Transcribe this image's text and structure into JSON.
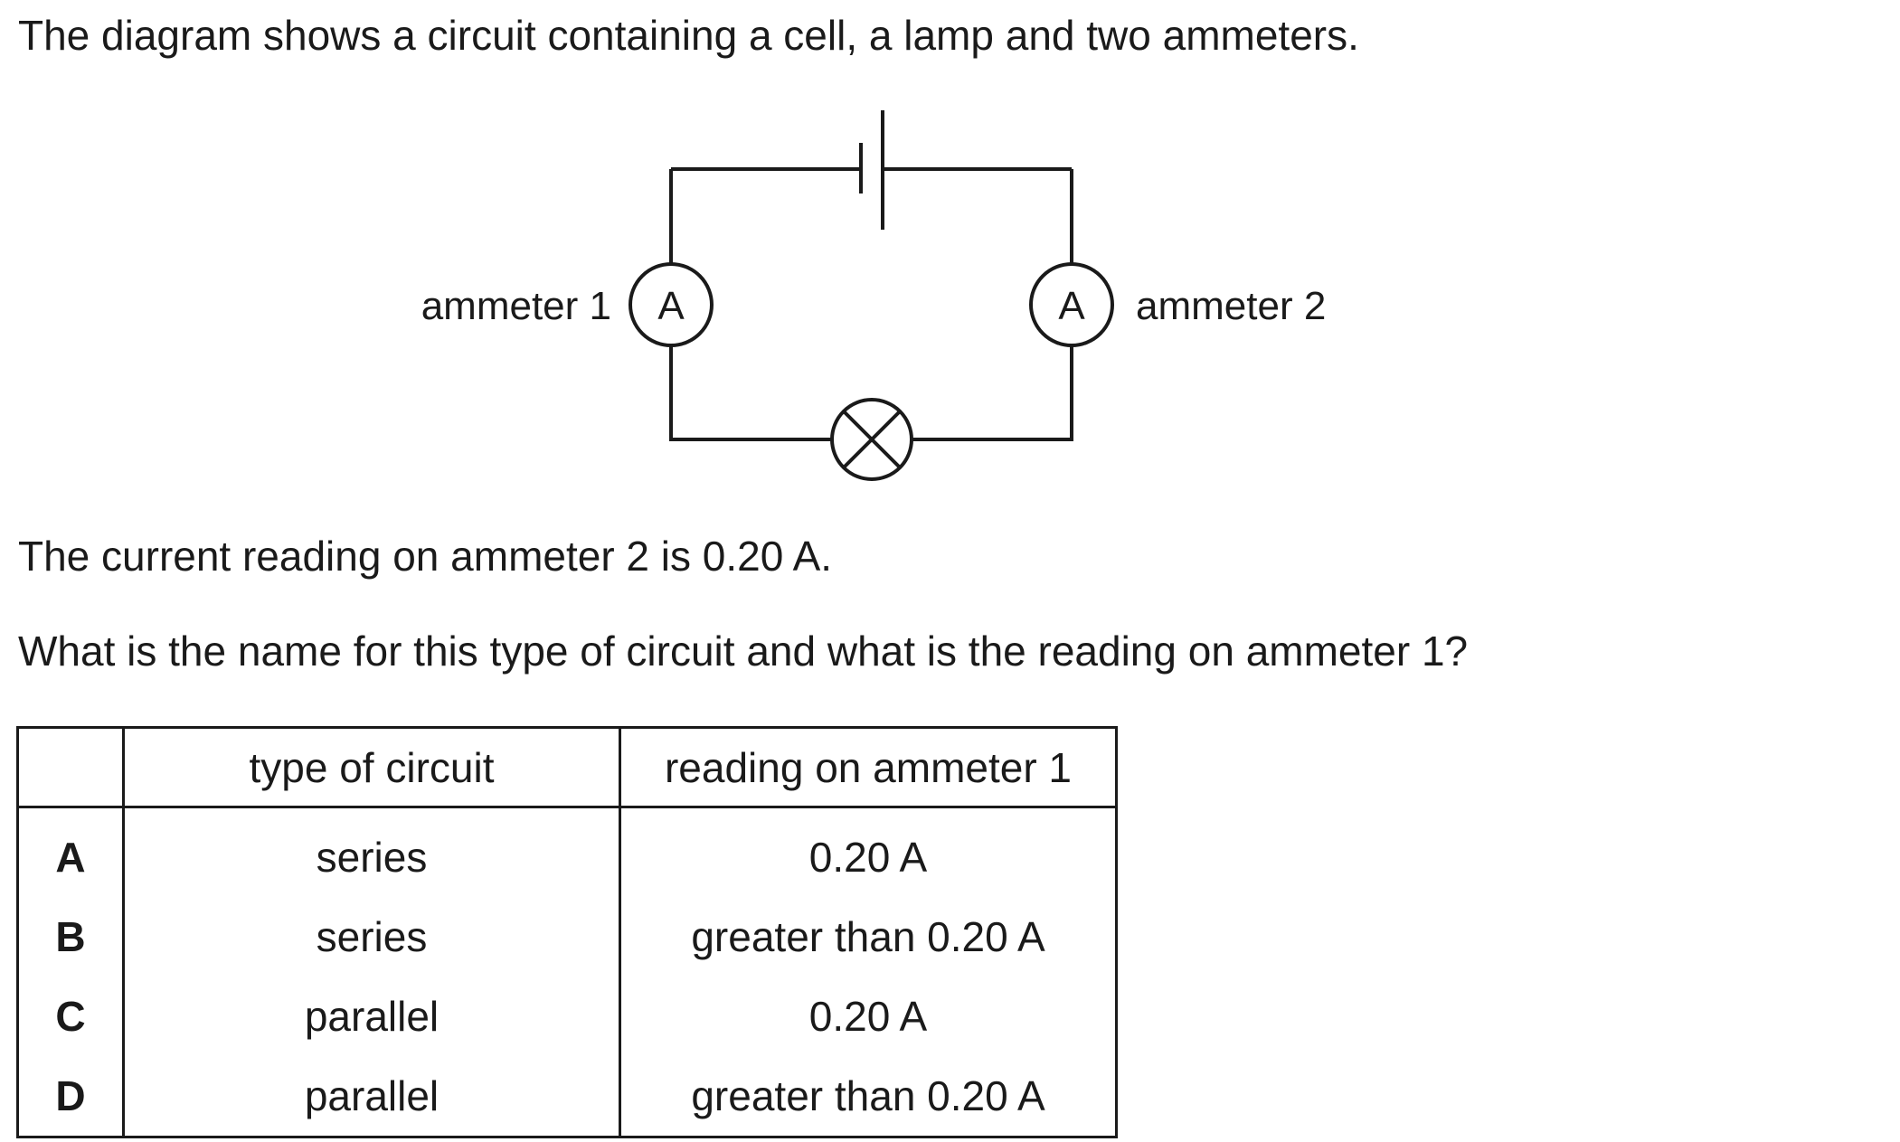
{
  "question": {
    "intro": "The diagram shows a circuit containing a cell, a lamp and two ammeters.",
    "current_statement": "The current reading on ammeter 2 is 0.20 A.",
    "prompt": "What is the name for this type of circuit and what is the reading on ammeter 1?"
  },
  "diagram": {
    "ammeter_1_label": "ammeter 1",
    "ammeter_2_label": "ammeter 2",
    "ammeter_symbol": "A"
  },
  "table": {
    "headers": [
      "",
      "type of circuit",
      "reading on ammeter 1"
    ],
    "rows": [
      {
        "option": "A",
        "type": "series",
        "reading": "0.20 A"
      },
      {
        "option": "B",
        "type": "series",
        "reading": "greater than 0.20 A"
      },
      {
        "option": "C",
        "type": "parallel",
        "reading": "0.20 A"
      },
      {
        "option": "D",
        "type": "parallel",
        "reading": "greater than 0.20 A"
      }
    ]
  }
}
